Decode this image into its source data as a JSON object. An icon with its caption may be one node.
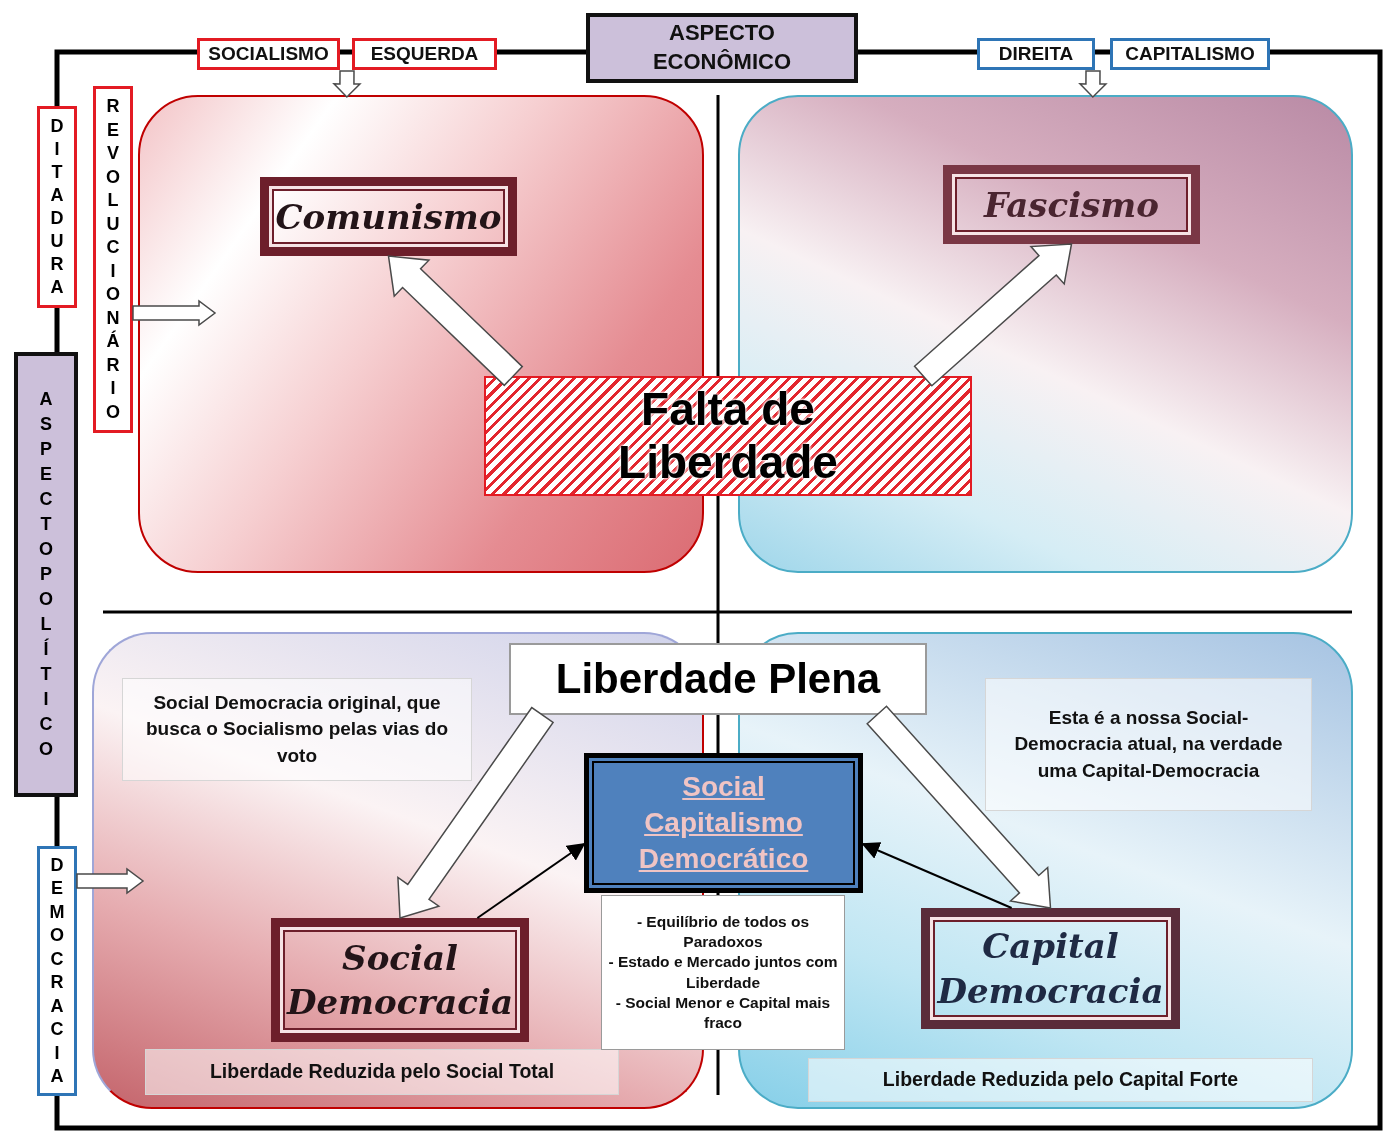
{
  "diagram": {
    "nodes": [
      {
        "text": [
          "ASPECTO ECONÔMICO"
        ]
      },
      {
        "text": [
          "SOCIALISMO"
        ]
      },
      {
        "text": [
          "ESQUERDA"
        ]
      },
      {
        "text": [
          "DIREITA"
        ]
      },
      {
        "text": [
          "CAPITALISMO"
        ]
      },
      {
        "text": [
          "ASPECTO POLÍTICO"
        ]
      },
      {
        "text": [
          "DITADURA"
        ]
      },
      {
        "text": [
          "REVOLUCIONÁRIO"
        ]
      },
      {
        "text": [
          "DEMOCRACIA"
        ]
      },
      {
        "text": [],
        "shape": "box"
      },
      {
        "text": [
          "Comunismo"
        ],
        "in": 9
      },
      {
        "text": [],
        "shape": "box"
      },
      {
        "text": [
          "Fascismo"
        ],
        "in": 11
      },
      {
        "text": [],
        "shape": "box"
      },
      {
        "text": [],
        "shape": "box"
      },
      {
        "text": [
          "Falta de Liberdade"
        ]
      },
      {
        "text": [
          "Liberdade Plena"
        ]
      },
      {
        "text": [
          "Social Democracia original, que busca o Socialismo pelas vias do voto"
        ],
        "in": 13
      },
      {
        "text": [
          "Esta é a nossa Social-Democracia atual, na verdade uma Capital-Democracia"
        ],
        "in": 14
      },
      {
        "text": [
          "Social Capitalismo Democrático"
        ]
      },
      {
        "text": [
          "- Equilíbrio de todos os Paradoxos",
          "- Estado e Mercado juntos com Liberdade",
          "- Social Menor e Capital mais fraco"
        ]
      },
      {
        "text": [
          "Social Democracia"
        ],
        "in": 13
      },
      {
        "text": [
          "Capital Democracia"
        ],
        "in": 14
      },
      {
        "text": [
          "Liberdade Reduzida pelo Social Total"
        ],
        "in": 13
      },
      {
        "text": [
          "Liberdade Reduzida pelo Capital Forte"
        ],
        "in": 14
      }
    ],
    "edges": [
      {
        "from": 15,
        "to": 10,
        "arrow": "to",
        "style": "thick"
      },
      {
        "from": 15,
        "to": 12,
        "arrow": "to",
        "style": "thick"
      },
      {
        "from": 16,
        "to": 21,
        "arrow": "to",
        "style": "thick"
      },
      {
        "from": 16,
        "to": 22,
        "arrow": "to",
        "style": "thick"
      },
      {
        "from": 21,
        "to": 19,
        "arrow": "to"
      },
      {
        "from": 22,
        "to": 19,
        "arrow": "to"
      },
      {
        "from": null,
        "to": 9,
        "arrow": "to",
        "style": "thick"
      },
      {
        "from": null,
        "to": 11,
        "arrow": "to",
        "style": "thick"
      },
      {
        "from": 7,
        "to": null,
        "arrow": "to",
        "style": "thick"
      },
      {
        "from": 8,
        "to": null,
        "arrow": "to",
        "style": "thick"
      }
    ]
  }
}
